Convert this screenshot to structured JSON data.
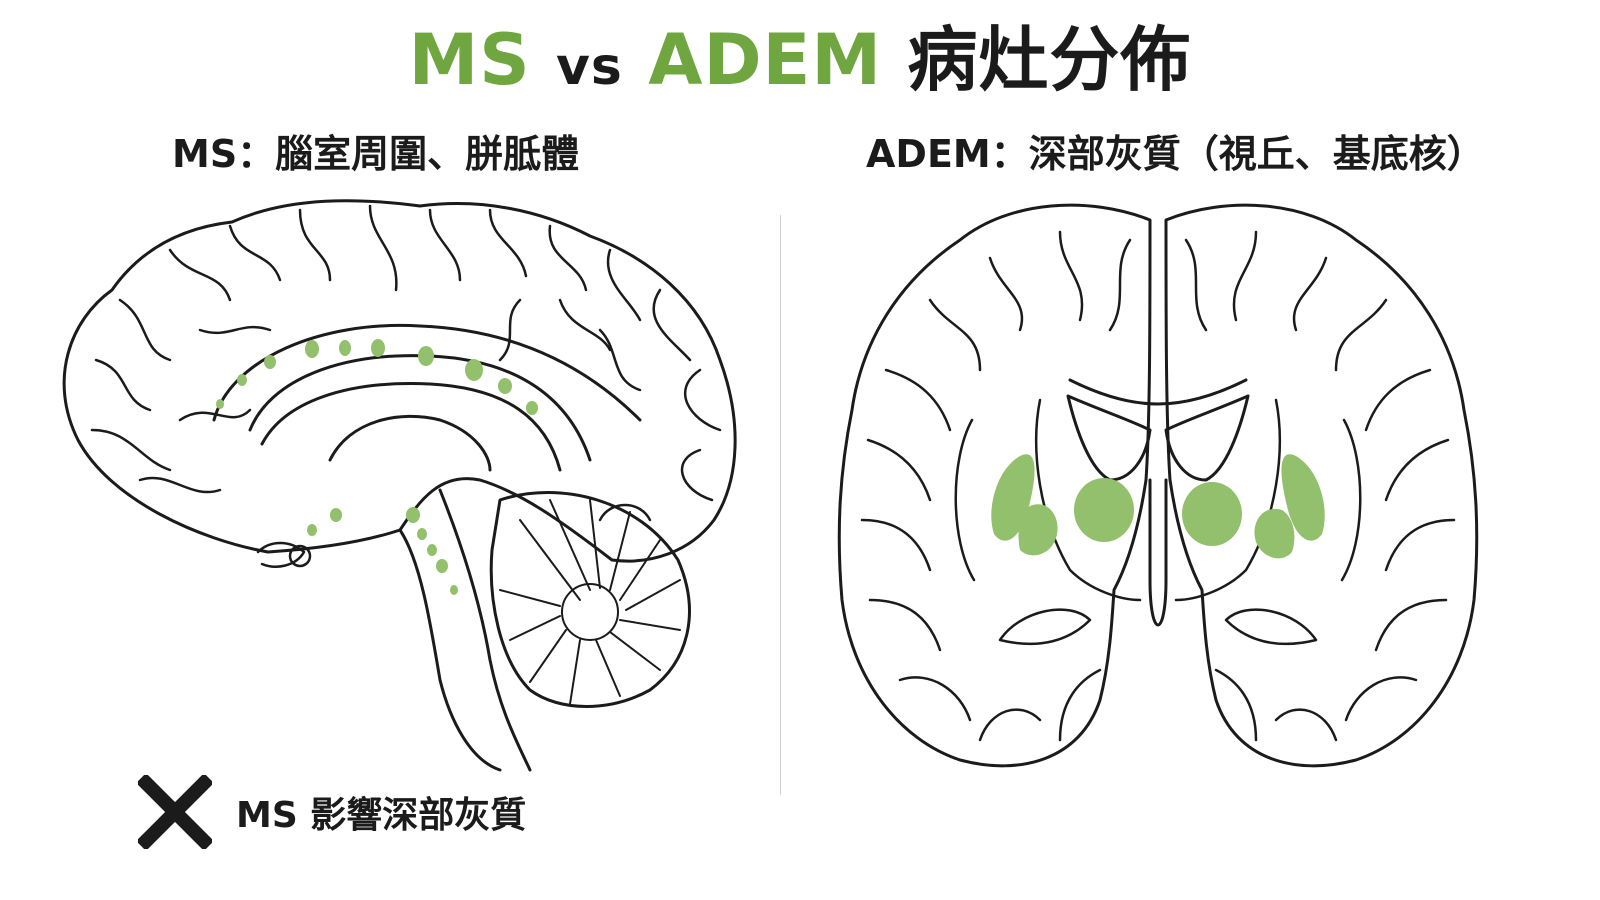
{
  "title": {
    "part1": "MS",
    "part2": "vs",
    "part3": "ADEM",
    "part4": "病灶分佈"
  },
  "left_panel": {
    "heading": "MS：腦室周圍、胼胝體"
  },
  "right_panel": {
    "heading": "ADEM：深部灰質（視丘、基底核）"
  },
  "note": {
    "icon": "cross-icon",
    "text": "MS 影響深部灰質"
  },
  "colors": {
    "accent_green": "#6fa63f",
    "lesion_green": "#93c06c",
    "outline": "#1b1b1b"
  }
}
